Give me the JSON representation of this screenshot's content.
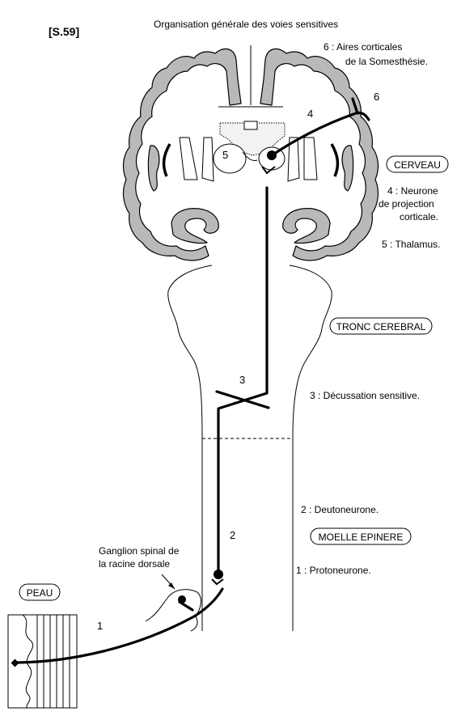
{
  "code": "[S.59]",
  "title": "Organisation générale des voies sensitives",
  "regions": {
    "cerveau": "CERVEAU",
    "tronc": "TRONC CEREBRAL",
    "moelle": "MOELLE EPINERE",
    "peau": "PEAU"
  },
  "legend": {
    "aires_line1": "6 : Aires corticales",
    "aires_line2": "de la Somesthésie.",
    "neurone_line1": "4 : Neurone",
    "neurone_line2": "de projection",
    "neurone_line3": "corticale.",
    "thalamus": "5 : Thalamus.",
    "decussation": "3 : Décussation sensitive.",
    "deutoneurone": "2 : Deutoneurone.",
    "protoneurone": "1 : Protoneurone."
  },
  "ganglion": {
    "line1": "Ganglion spinal de",
    "line2": "la racine dorsale"
  },
  "markers": {
    "m1": "1",
    "m2": "2",
    "m3": "3",
    "m4": "4",
    "m5": "5",
    "m6": "6"
  }
}
